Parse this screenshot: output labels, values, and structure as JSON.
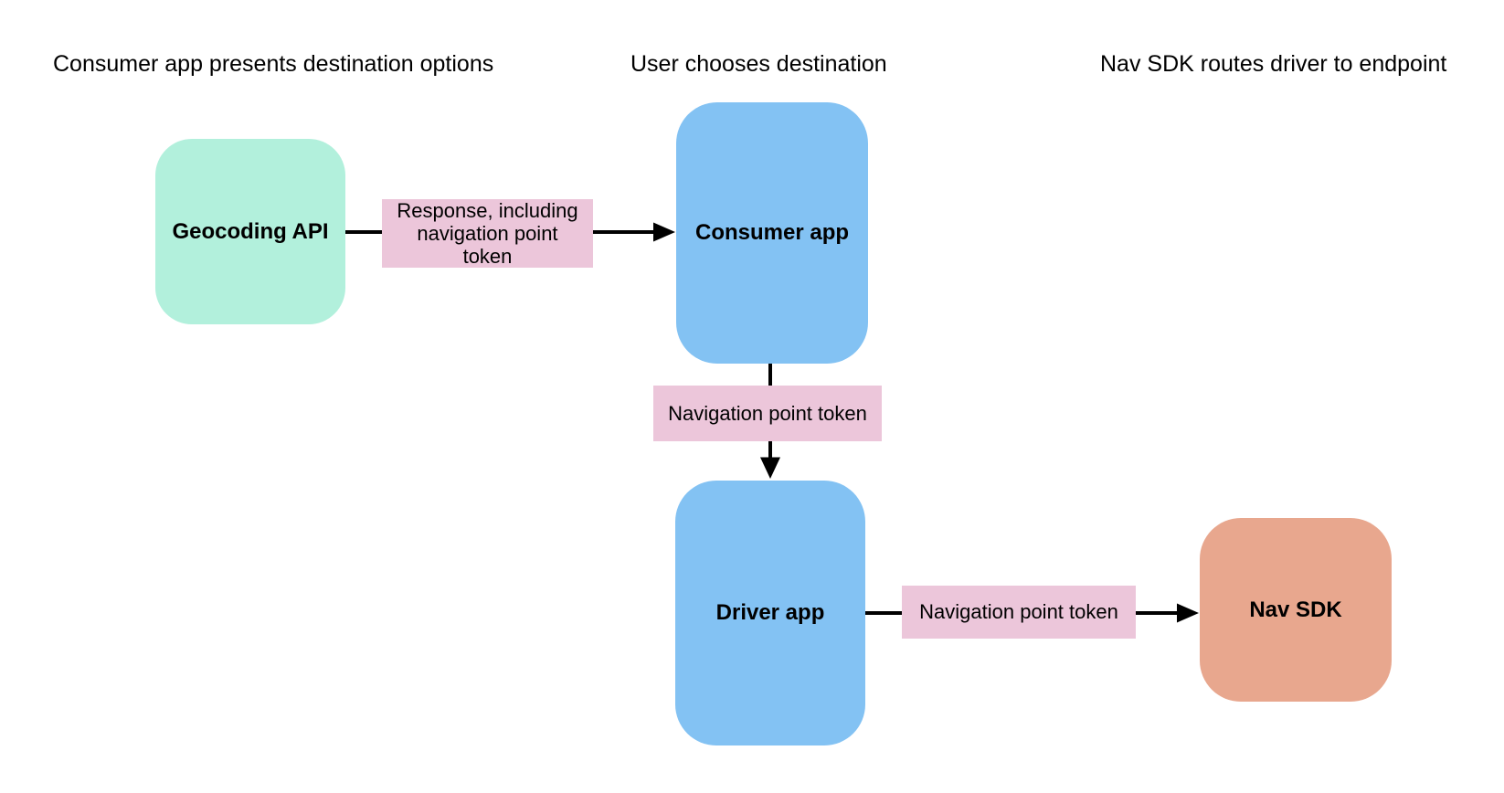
{
  "diagram": {
    "stage_headings": [
      "Consumer app presents destination options",
      "User chooses destination",
      "Nav SDK routes driver to endpoint"
    ],
    "nodes": [
      {
        "id": "geocoding-api",
        "label": "Geocoding API",
        "fill": "#b2f0dc"
      },
      {
        "id": "consumer-app",
        "label": "Consumer app",
        "fill": "#83c2f3"
      },
      {
        "id": "driver-app",
        "label": "Driver app",
        "fill": "#83c2f3"
      },
      {
        "id": "nav-sdk",
        "label": "Nav SDK",
        "fill": "#e8a78e"
      }
    ],
    "edges": [
      {
        "from": "geocoding-api",
        "to": "consumer-app",
        "label": "Response, including\nnavigation point\ntoken"
      },
      {
        "from": "consumer-app",
        "to": "driver-app",
        "label": "Navigation point token"
      },
      {
        "from": "driver-app",
        "to": "nav-sdk",
        "label": "Navigation point token"
      }
    ],
    "colors": {
      "node_green": "#b2f0dc",
      "node_blue": "#83c2f3",
      "node_salmon": "#e8a78e",
      "edge_label_pink": "#ecc6da",
      "arrow": "#000000",
      "text": "#000000",
      "background": "#ffffff"
    }
  }
}
